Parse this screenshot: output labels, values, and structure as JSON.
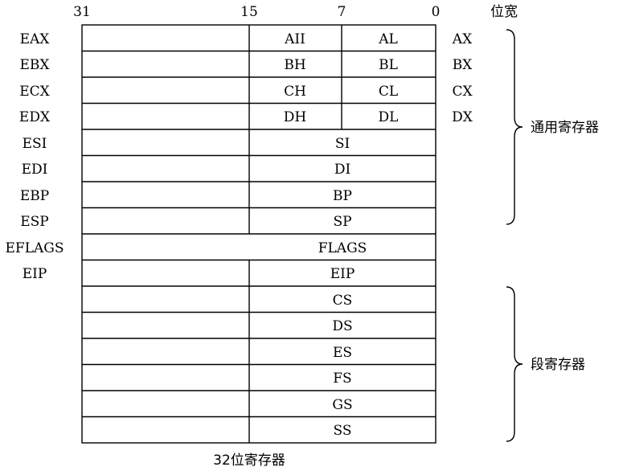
{
  "bit_width_label": "位宽",
  "bit_markers": [
    "31",
    "15",
    "7",
    "0"
  ],
  "registers_32": [
    "EAX",
    "EBX",
    "ECX",
    "EDX",
    "ESI",
    "EDI",
    "EBP",
    "ESP",
    "EFLAGS",
    "EIP"
  ],
  "registers_16_right": [
    "AX",
    "BX",
    "CX",
    "DX"
  ],
  "rows": [
    {
      "high8": "AII",
      "low8": "AL"
    },
    {
      "high8": "BH",
      "low8": "BL"
    },
    {
      "high8": "CH",
      "low8": "CL"
    },
    {
      "high8": "DH",
      "low8": "DL"
    },
    {
      "low16": "SI"
    },
    {
      "low16": "DI"
    },
    {
      "low16": "BP"
    },
    {
      "low16": "SP"
    },
    {
      "full": "FLAGS"
    },
    {
      "low16": "EIP"
    },
    {
      "low16": "CS"
    },
    {
      "low16": "DS"
    },
    {
      "low16": "ES"
    },
    {
      "low16": "FS"
    },
    {
      "low16": "GS"
    },
    {
      "low16": "SS"
    }
  ],
  "group_labels": {
    "general": "通用寄存器",
    "segment": "段寄存器"
  },
  "bottom_caption": "32位寄存器"
}
